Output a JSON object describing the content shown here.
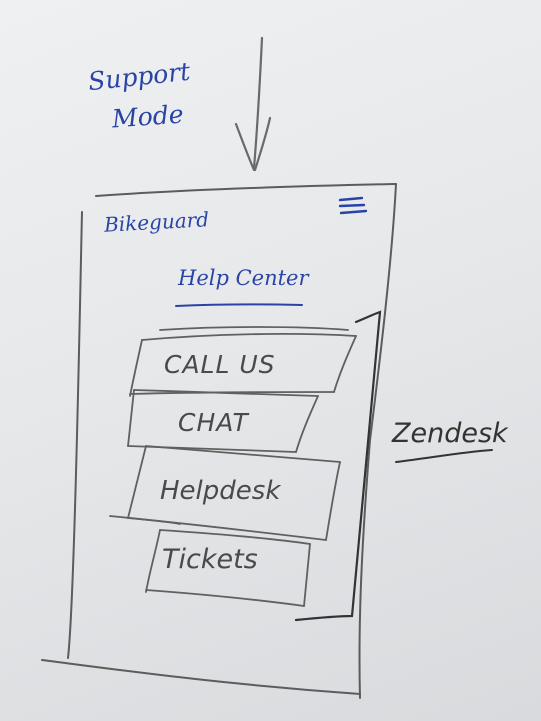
{
  "annotation": {
    "line1": "Support",
    "line2": "Mode"
  },
  "app": {
    "brand": "Bikeguard",
    "menu_icon": "hamburger-menu-icon"
  },
  "page": {
    "title": "Help Center"
  },
  "options": [
    {
      "label": "CALL US"
    },
    {
      "label": "CHAT"
    },
    {
      "label": "Helpdesk"
    },
    {
      "label": "Tickets"
    }
  ],
  "group_label": "Zendesk",
  "colors": {
    "pen_blue": "#2a44a6",
    "pencil": "#4d4d4d",
    "paper": "#eceef0"
  }
}
